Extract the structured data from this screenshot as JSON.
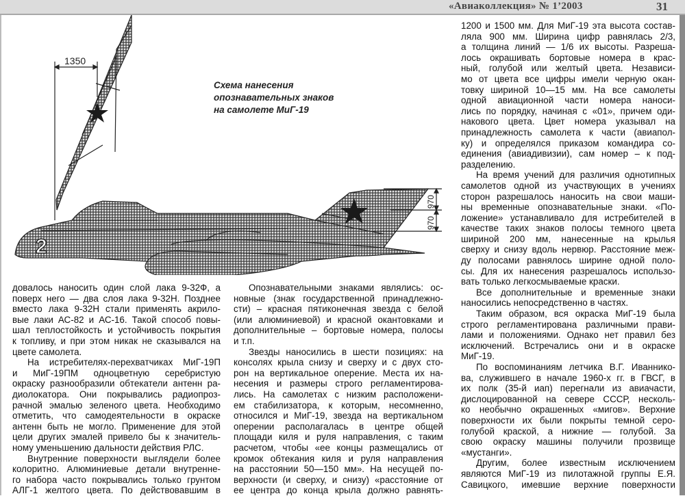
{
  "header": {
    "magazine": "«Авиаколлекция» № 1’2003",
    "page": "31"
  },
  "figure": {
    "caption": [
      "Схема нанесения",
      "опознавательных знаков",
      "на самолете МиГ-19"
    ],
    "dim_wing": "1350",
    "dim_tail_upper": "970",
    "dim_tail_lower": "970",
    "tail_number": "2",
    "star_color": "#1a1a1a"
  },
  "columns": {
    "left": [
      {
        "t": "довалось наносить один слой лака 9-32Ф, а"
      },
      {
        "t": "поверх него — два слоя лака 9-32Н. Позднее"
      },
      {
        "t": "вместо лака 9-32Н стали применять акрило-"
      },
      {
        "t": "вые лаки АС-82 и АС-16. Такой способ повы-"
      },
      {
        "t": "шал теплостойкость и устойчивость покрытия"
      },
      {
        "t": "к топливу, и при этом никак не сказывался на"
      },
      {
        "t": "цвете самолета.",
        "last": true
      },
      {
        "t": "На истребителях-перехватчиках МиГ-19П",
        "ind": true
      },
      {
        "t": "и МиГ-19ПМ одноцветную серебристую"
      },
      {
        "t": "окраску разнообразили обтекатели антенн ра-"
      },
      {
        "t": "диолокатора. Они покрывались радиопроз-"
      },
      {
        "t": "рачной эмалью зеленого цвета. Необходимо"
      },
      {
        "t": "отметить, что самодеятельности в окраске"
      },
      {
        "t": "антенн быть не могло. Применение для этой"
      },
      {
        "t": "цели других эмалей привело бы к значитель-"
      },
      {
        "t": "ному уменьшению дальности действия РЛС.",
        "last": true
      },
      {
        "t": "Внутренние поверхности выглядели более",
        "ind": true
      },
      {
        "t": "колоритно. Алюминиевые детали внутренне-"
      },
      {
        "t": "го набора часто покрывались только грунтом"
      },
      {
        "t": "АЛГ-1 желтого цвета. По действовавшим в"
      }
    ],
    "middle": [
      {
        "t": "Опознавательными знаками являлись: ос-",
        "ind": true
      },
      {
        "t": "новные (знак государственной принадлежно-"
      },
      {
        "t": "сти) – красная пятиконечная звезда с белой"
      },
      {
        "t": "(или алюминиевой) и красной окантовками и"
      },
      {
        "t": "дополнительные – бортовые номера, полосы"
      },
      {
        "t": "и т.п.",
        "last": true
      },
      {
        "t": "Звезды наносились в шести позициях: на",
        "ind": true
      },
      {
        "t": "консолях крыла снизу и сверху и с двух сто-"
      },
      {
        "t": "рон на вертикальное оперение. Места их на-"
      },
      {
        "t": "несения и размеры строго регламентирова-"
      },
      {
        "t": "лись. На самолетах с низким расположени-"
      },
      {
        "t": "ем стабилизатора, к которым, несомненно,"
      },
      {
        "t": "относился и МиГ-19, звезда на вертикальном"
      },
      {
        "t": "оперении располагалась в центре общей"
      },
      {
        "t": "площади киля и руля направления, с таким"
      },
      {
        "t": "расчетом, чтобы «ее концы размещались от"
      },
      {
        "t": "кромок обтекания киля и руля направления"
      },
      {
        "t": "на расстоянии 50—150 мм». На несущей по-"
      },
      {
        "t": "верхности (и сверху, и снизу) «расстояние от"
      },
      {
        "t": "ее центра до конца крыла должно равнять-"
      }
    ],
    "right": [
      {
        "t": "1200 и 1500 мм. Для МиГ-19 эта высота состав-"
      },
      {
        "t": "ляла 900 мм. Ширина цифр равнялась 2/3,"
      },
      {
        "t": "а толщина линий — 1/6 их высоты. Разреша-"
      },
      {
        "t": "лось окрашивать бортовые номера в крас-"
      },
      {
        "t": "ный, голубой или желтый цвета. Независи-"
      },
      {
        "t": "мо от цвета все цифры имели черную окан-"
      },
      {
        "t": "товку шириной 10—15 мм. На все самолеты"
      },
      {
        "t": "одной авиационной части номера наноси-"
      },
      {
        "t": "лись по порядку, начиная с «01», причем оди-"
      },
      {
        "t": "накового цвета. Цвет номера указывал на"
      },
      {
        "t": "принадлежность самолета к части (авиапол-"
      },
      {
        "t": "ку) и определялся приказом командира со-"
      },
      {
        "t": "единения (авиадивизии), сам номер – к под-"
      },
      {
        "t": "разделению.",
        "last": true
      },
      {
        "t": "На время учений для различия однотипных",
        "ind": true
      },
      {
        "t": "самолетов одной из участвующих в учениях"
      },
      {
        "t": "сторон разрешалось наносить на свои маши-"
      },
      {
        "t": "ны временные опознавательные знаки. «По-"
      },
      {
        "t": "ложение» устанавливало для истребителей в"
      },
      {
        "t": "качестве таких знаков полосы темного цвета"
      },
      {
        "t": "шириной 200 мм, нанесенные на крылья"
      },
      {
        "t": "сверху и снизу вдоль нервюр. Расстояние меж-"
      },
      {
        "t": "ду полосами равнялось ширине одной поло-"
      },
      {
        "t": "сы. Для их нанесения разрешалось использо-"
      },
      {
        "t": "вать только легкосмываемые краски.",
        "last": true
      },
      {
        "t": "Все дополнительные и временные знаки",
        "ind": true
      },
      {
        "t": "наносились непосредственно в частях.",
        "last": true
      },
      {
        "t": "Таким образом, вся окраска МиГ-19 была",
        "ind": true
      },
      {
        "t": "строго регламентирована различными прави-"
      },
      {
        "t": "лами и положениями. Однако нет правил без"
      },
      {
        "t": "исключений. Встречались они и в окраске"
      },
      {
        "t": "МиГ-19.",
        "last": true
      },
      {
        "t": "По воспоминаниям летчика В.Г. Иваннико-",
        "ind": true
      },
      {
        "t": "ва, служившего в начале 1960-х гг. в ГВСГ, в"
      },
      {
        "t": "их полк (35-й иап) перегнали из авиачасти,"
      },
      {
        "t": "дислоцированной на севере СССР, несколь-"
      },
      {
        "t": "ко необычно окрашенных «мигов». Верхние"
      },
      {
        "t": "поверхности их были покрыты темной серо-"
      },
      {
        "t": "голубой краской, а нижние — голубой. За"
      },
      {
        "t": "свою окраску машины получили прозвище"
      },
      {
        "t": "«мустанги».",
        "last": true
      },
      {
        "t": "Другим, более известным исключением",
        "ind": true
      },
      {
        "t": "являются МиГ-19 из пилотажной группы Е.Я."
      },
      {
        "t": "Савицкого, имевшие верхние поверхности"
      }
    ]
  }
}
